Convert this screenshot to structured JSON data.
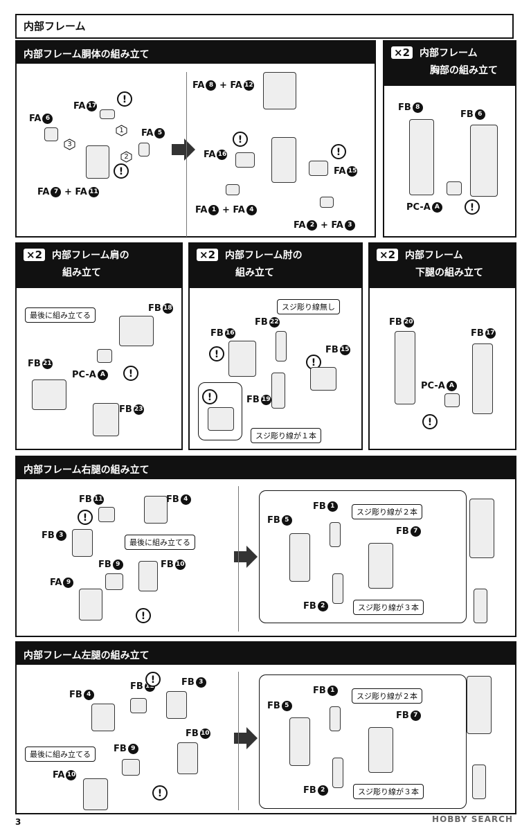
{
  "page_title": "内部フレーム",
  "icons": {
    "caution": "!",
    "arrow": "arrow-right"
  },
  "torso": {
    "title": "内部フレーム胴体の組み立て",
    "labels": {
      "fa17": "FA",
      "fa6": "FA",
      "fa5": "FA",
      "fa7_11": "FA",
      "fa8_12": "FA",
      "fa16": "FA",
      "fa15": "FA",
      "fa1_4": "FA",
      "fa2_3": "FA"
    },
    "nums": {
      "n17": "17",
      "n6": "6",
      "n5": "5",
      "n7": "7",
      "n11": "11",
      "n8": "8",
      "n12": "12",
      "n16": "16",
      "n15": "15",
      "n1": "1",
      "n4": "4",
      "n2": "2",
      "n3": "3"
    },
    "plus": "+",
    "steps": [
      "1",
      "2",
      "3"
    ]
  },
  "chest": {
    "x2": "×2",
    "title_l1": "内部フレーム",
    "title_l2": "胸部の組み立て",
    "fb8": "FB",
    "n8": "8",
    "fb6": "FB",
    "n6": "6",
    "pca": "PC-A",
    "na": "A"
  },
  "shoulder": {
    "x2": "×2",
    "title_l1": "内部フレーム肩の",
    "title_l2": "組み立て",
    "callout": "最後に組み立てる",
    "fb18": "FB",
    "n18": "18",
    "fb21": "FB",
    "n21": "21",
    "pca": "PC-A",
    "na": "A",
    "fb23": "FB",
    "n23": "23"
  },
  "elbow": {
    "x2": "×2",
    "title_l1": "内部フレーム肘の",
    "title_l2": "組み立て",
    "callout1": "スジ彫り線無し",
    "callout2": "スジ彫り線が１本",
    "fb22": "FB",
    "n22": "22",
    "fb16": "FB",
    "n16": "16",
    "fb15": "FB",
    "n15": "15",
    "fb19": "FB",
    "n19": "19"
  },
  "lowerleg": {
    "x2": "×2",
    "title_l1": "内部フレーム",
    "title_l2": "下腿の組み立て",
    "fb20": "FB",
    "n20": "20",
    "fb17": "FB",
    "n17": "17",
    "pca": "PC-A",
    "na": "A"
  },
  "rightleg": {
    "title": "内部フレーム右腿の組み立て",
    "callout": "最後に組み立てる",
    "fb11": "FB",
    "n11": "11",
    "fb4": "FB",
    "n4": "4",
    "fb3": "FB",
    "n3": "3",
    "fb9": "FB",
    "n9": "9",
    "fb10": "FB",
    "n10": "10",
    "fa9": "FA",
    "nfa9": "9",
    "fb1": "FB",
    "n1": "1",
    "fb5": "FB",
    "n5": "5",
    "fb7": "FB",
    "n7": "7",
    "fb2": "FB",
    "n2": "2",
    "callout_2": "スジ彫り線が２本",
    "callout_3": "スジ彫り線が３本"
  },
  "leftleg": {
    "title": "内部フレーム左腿の組み立て",
    "callout": "最後に組み立てる",
    "fb4": "FB",
    "n4": "4",
    "fb11": "FB",
    "n11": "11",
    "fb3": "FB",
    "n3": "3",
    "fb9": "FB",
    "n9": "9",
    "fb10": "FB",
    "n10": "10",
    "fa10": "FA",
    "nfa10": "10",
    "fb1": "FB",
    "n1": "1",
    "fb5": "FB",
    "n5": "5",
    "fb7": "FB",
    "n7": "7",
    "fb2": "FB",
    "n2": "2",
    "callout_2": "スジ彫り線が２本",
    "callout_3": "スジ彫り線が３本"
  },
  "page_number": "3",
  "watermark": "HOBBY SEARCH"
}
